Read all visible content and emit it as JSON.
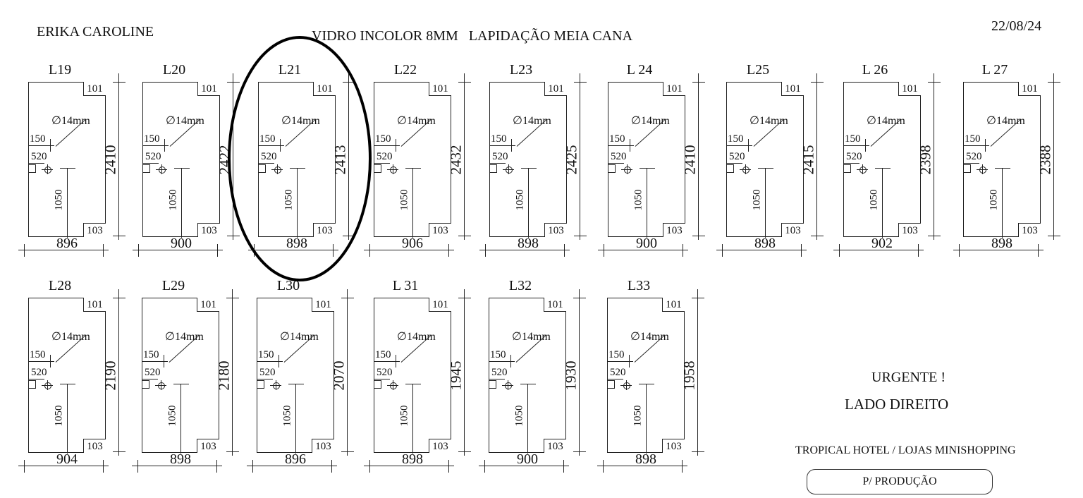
{
  "header": {
    "client": "ERIKA CAROLINE",
    "spec": "VIDRO INCOLOR 8MM   LAPIDAÇÃO MEIA CANA",
    "date": "22/08/24"
  },
  "common": {
    "tag_top": "101",
    "tag_bottom": "103",
    "hole_diameter": "∅14mm",
    "dim_150": "150",
    "dim_520": "520",
    "dim_1050": "1050"
  },
  "panels": [
    {
      "label": "L19",
      "height": "2410",
      "width": "896"
    },
    {
      "label": "L20",
      "height": "2422",
      "width": "900"
    },
    {
      "label": "L21",
      "height": "2413",
      "width": "898",
      "highlighted": true
    },
    {
      "label": "L22",
      "height": "2432",
      "width": "906"
    },
    {
      "label": "L23",
      "height": "2425",
      "width": "898"
    },
    {
      "label": "L 24",
      "height": "2410",
      "width": "900"
    },
    {
      "label": "L25",
      "height": "2415",
      "width": "898"
    },
    {
      "label": "L 26",
      "height": "2398",
      "width": "902"
    },
    {
      "label": "L 27",
      "height": "2388",
      "width": "898"
    },
    {
      "label": "L28",
      "height": "2190",
      "width": "904"
    },
    {
      "label": "L29",
      "height": "2180",
      "width": "898"
    },
    {
      "label": "L30",
      "height": "2070",
      "width": "896"
    },
    {
      "label": "L 31",
      "height": "1945",
      "width": "898"
    },
    {
      "label": "L32",
      "height": "1930",
      "width": "900"
    },
    {
      "label": "L33",
      "height": "1958",
      "width": "898"
    }
  ],
  "notes": {
    "urgent": "URGENTE !",
    "side": "LADO DIREITO",
    "project": "TROPICAL HOTEL / LOJAS MINISHOPPING",
    "production_button": "P/ PRODUÇÃO"
  }
}
